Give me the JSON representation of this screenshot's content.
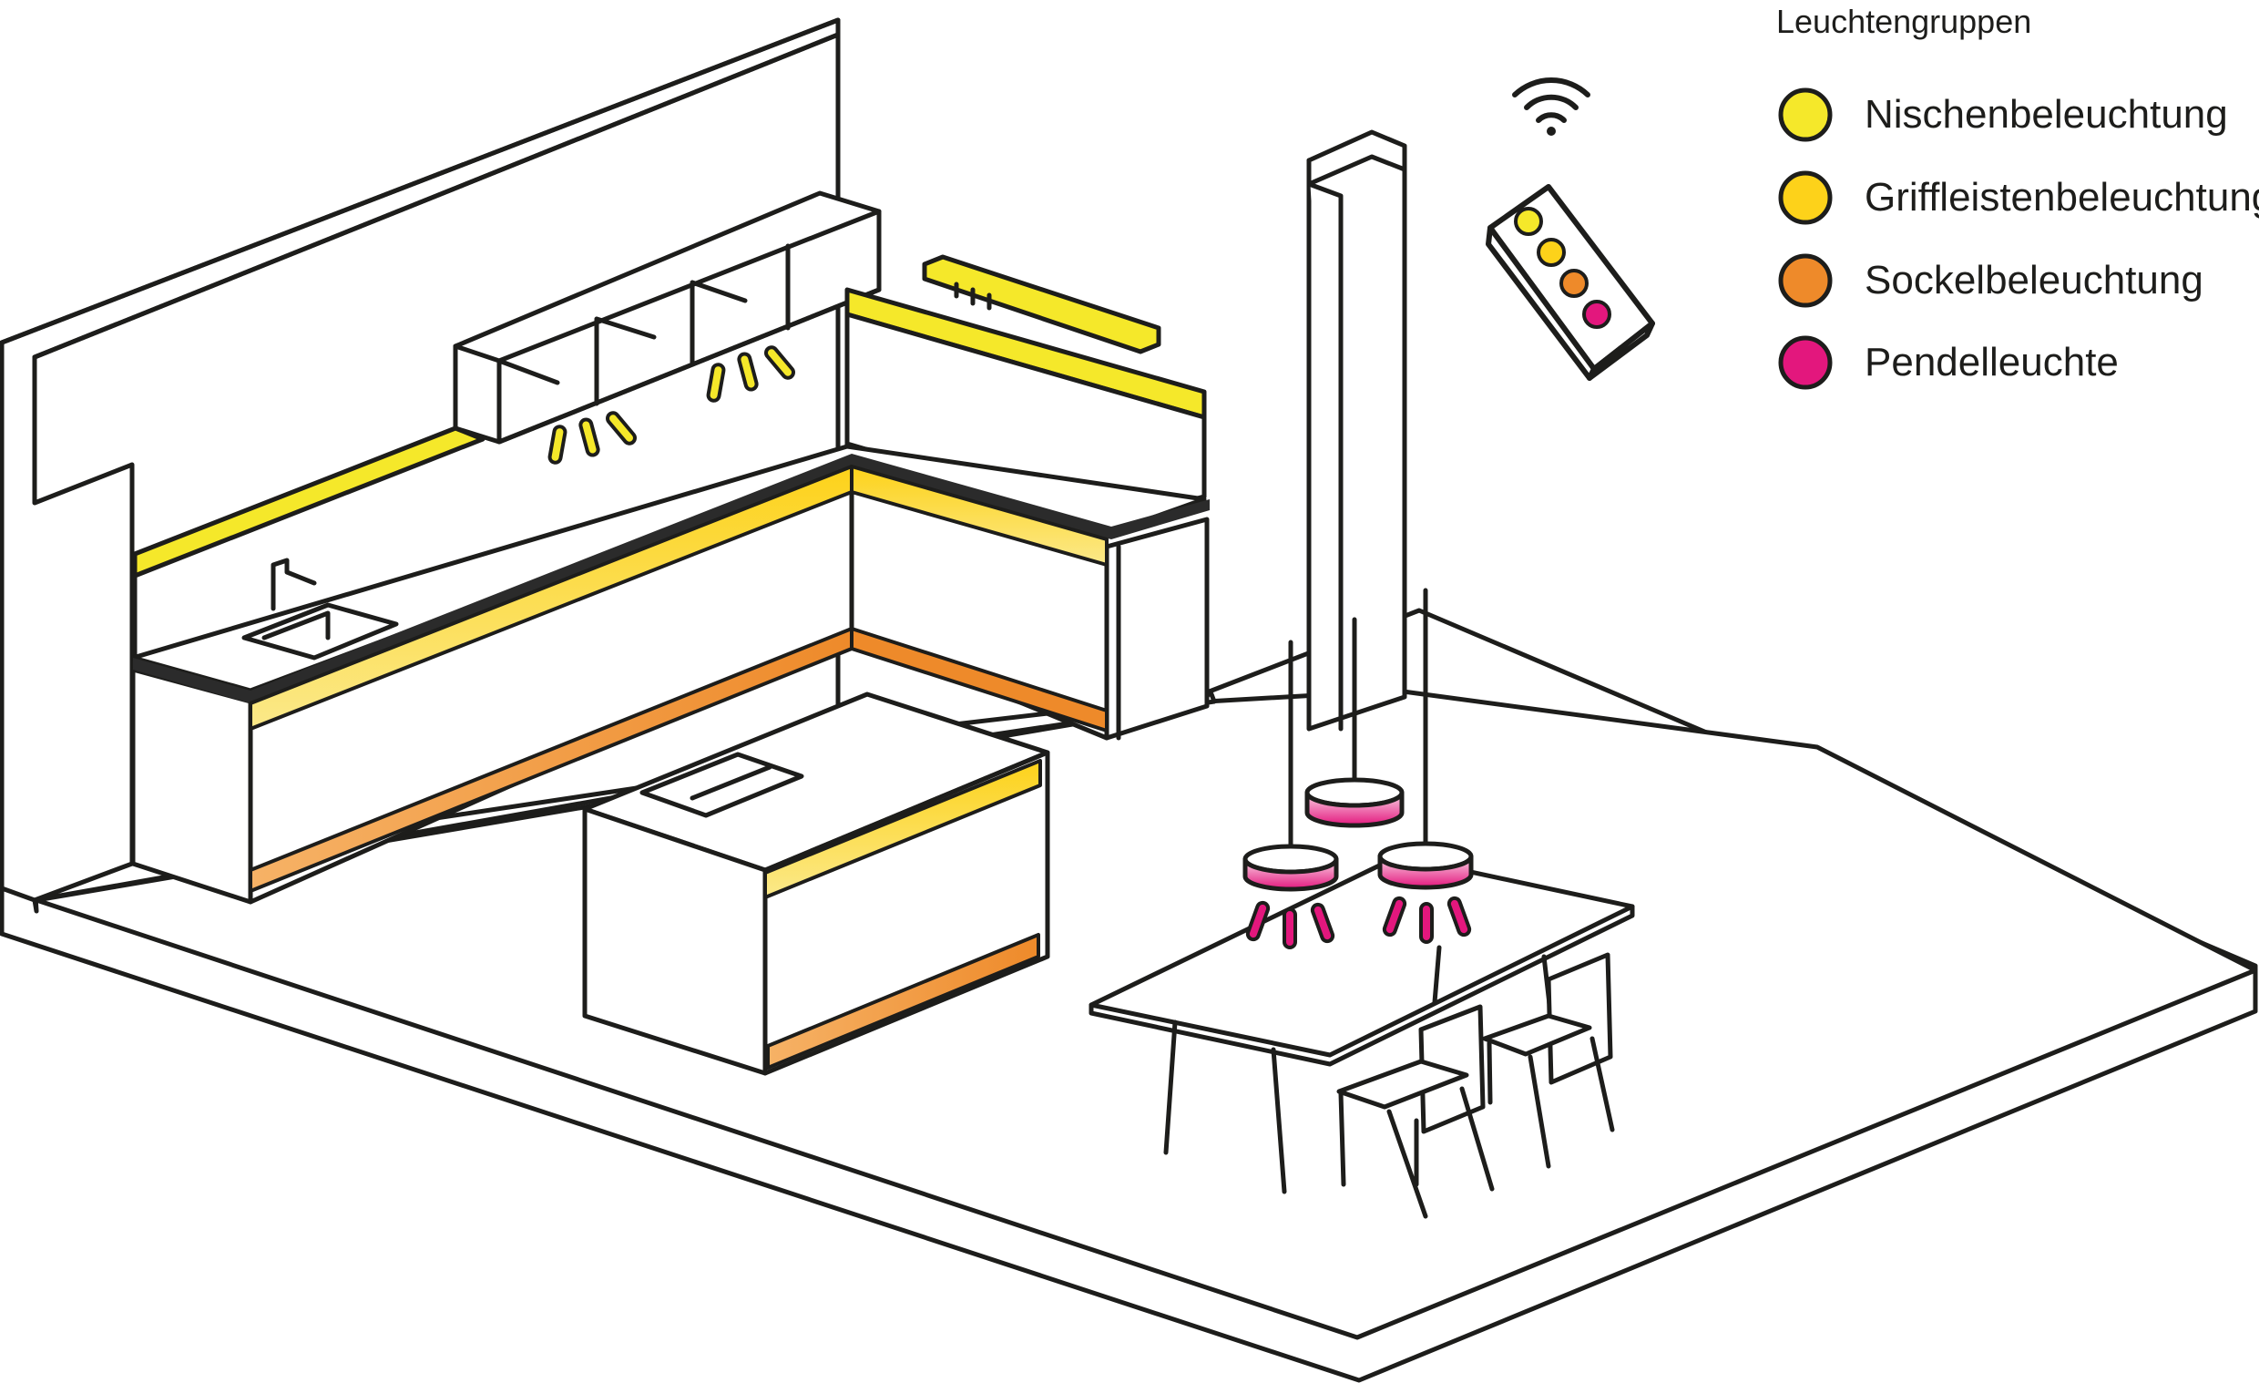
{
  "legend": {
    "title": "Leuchtengruppen",
    "items": [
      {
        "label": "Nischenbeleuchtung",
        "color": "#f5e82a"
      },
      {
        "label": "Griffleistenbeleuchtung",
        "color": "#fdd21a"
      },
      {
        "label": "Sockelbeleuchtung",
        "color": "#ee8a2a"
      },
      {
        "label": "Pendelleuchte",
        "color": "#e3177d"
      }
    ]
  },
  "colors": {
    "outline": "#1d1d1b",
    "niche": "#f5e82a",
    "handle": "#fdd21a",
    "plinth": "#ee8a2a",
    "plinth_light": "#f3a55a",
    "pendant": "#e3177d",
    "pendant_light": "#f7b5d5",
    "background": "#ffffff"
  },
  "icons": {
    "wifi": "wifi-icon",
    "remote": "remote-control-icon"
  }
}
